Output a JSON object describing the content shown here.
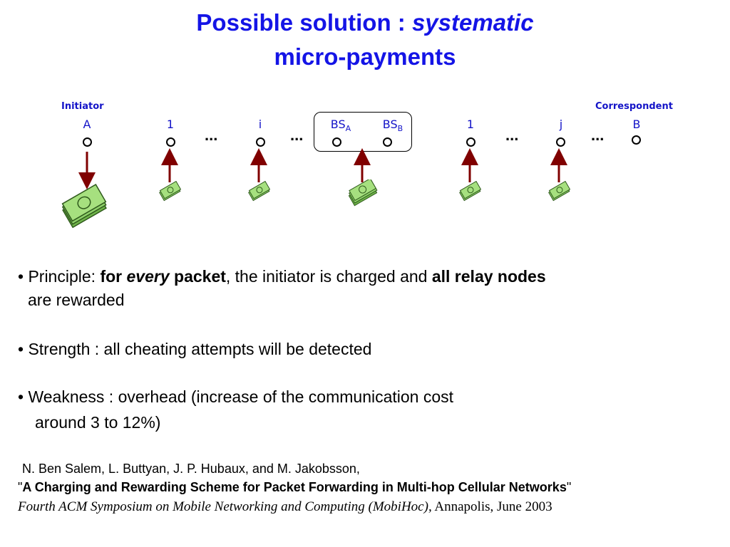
{
  "title": {
    "line1_prefix": "Possible solution : ",
    "line1_italic": "systematic",
    "line2": "micro-payments"
  },
  "diagram": {
    "initiator_role": "Initiator",
    "correspondent_role": "Correspondent",
    "nodes": {
      "a": "A",
      "n1": "1",
      "ni": "i",
      "bs_a_main": "BS",
      "bs_a_sub": "A",
      "bs_b_main": "BS",
      "bs_b_sub": "B",
      "m1": "1",
      "mj": "j",
      "b": "B"
    },
    "ellipsis": "..."
  },
  "bullets": {
    "principle_prefix": "• Principle: ",
    "principle_for": "for ",
    "principle_every": "every",
    "principle_packet": " packet",
    "principle_mid": ", the initiator is charged and ",
    "principle_relay": "all relay nodes",
    "principle_line2": "are rewarded",
    "strength": "• Strength : all cheating attempts will be detected",
    "weakness_line1": "• Weakness : overhead (increase of the communication cost",
    "weakness_line2": "around 3 to 12%)"
  },
  "reference": {
    "authors": "N. Ben Salem, L. Buttyan, J. P. Hubaux, and  M. Jakobsson,",
    "quote_open": "\"",
    "paper_title": "A Charging and Rewarding Scheme for Packet Forwarding in Multi-hop Cellular Networks",
    "quote_close": "\"",
    "venue_italic": "Fourth ACM Symposium on Mobile Networking and Computing (MobiHoc),",
    "venue_rest": " Annapolis, June 2003"
  },
  "colors": {
    "title": "#1414e6",
    "labels": "#1414c8",
    "arrows": "#800000",
    "money": "#8fd16a"
  }
}
